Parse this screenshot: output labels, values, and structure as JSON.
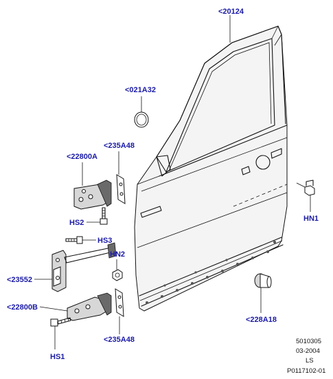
{
  "callouts": {
    "door": "<20124",
    "cap": "<021A32",
    "hinge_upper": "<22800A",
    "shim_upper": "<235A48",
    "bolt_hs2": "HS2",
    "bolt_hs3": "HS3",
    "check_strap": "<23552",
    "hinge_lower": "<22800B",
    "shim_lower": "<235A48",
    "bolt_hs1": "HS1",
    "nut_hn2": "HN2",
    "nut_hn1": "HN1",
    "bumper": "<228A18"
  },
  "drawing_info": {
    "number": "5010305",
    "date": "03-2004",
    "code": "LS",
    "reference": "P0117102-01"
  }
}
